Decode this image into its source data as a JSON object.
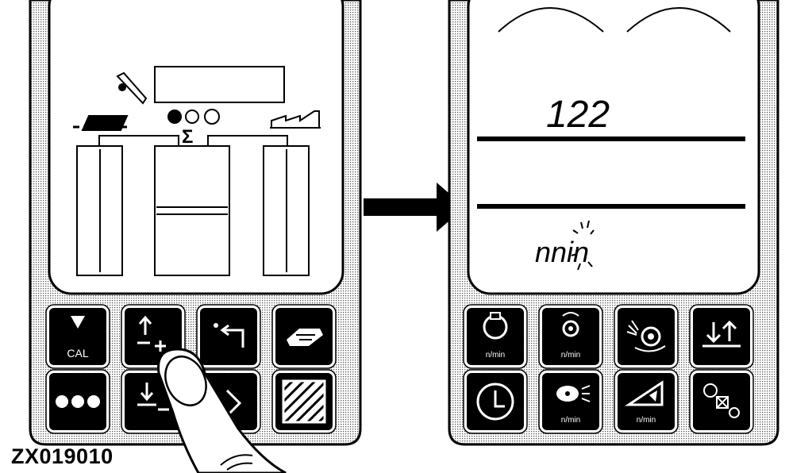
{
  "figure_id": "ZX019010",
  "left_panel": {
    "keys": [
      {
        "name": "cal-key",
        "icon": "triangle-down-icon",
        "label": "CAL"
      },
      {
        "name": "plus-minus-key",
        "icon": "arrow-up-plus-minus-icon",
        "label": ""
      },
      {
        "name": "return-key",
        "icon": "return-arrow-icon",
        "label": ""
      },
      {
        "name": "field-key",
        "icon": "field-map-icon",
        "label": ""
      },
      {
        "name": "dots-key",
        "icon": "three-dots-icon",
        "label": ""
      },
      {
        "name": "down-minus-key",
        "icon": "arrow-down-minus-icon",
        "label": ""
      },
      {
        "name": "key-hidden",
        "icon": "partially-hidden-icon",
        "label": ""
      },
      {
        "name": "hatch-key",
        "icon": "hatched-square-icon",
        "label": ""
      }
    ]
  },
  "right_panel": {
    "display_value": "122",
    "unit_text": "nnin",
    "keys": [
      {
        "name": "engine-speed-key",
        "icon": "engine-icon",
        "label": "n/min"
      },
      {
        "name": "drum-speed-key",
        "icon": "gear-rotate-icon",
        "label": "n/min"
      },
      {
        "name": "fan-key",
        "icon": "fan-gear-icon",
        "label": ""
      },
      {
        "name": "height-key",
        "icon": "down-up-arrows-icon",
        "label": ""
      },
      {
        "name": "clock-key",
        "icon": "clock-icon",
        "label": ""
      },
      {
        "name": "blower-speed-key",
        "icon": "blower-icon",
        "label": "n/min"
      },
      {
        "name": "chopper-speed-key",
        "icon": "chopper-icon",
        "label": "n/min"
      },
      {
        "name": "drive-key",
        "icon": "gear-box-icon",
        "label": ""
      }
    ]
  }
}
